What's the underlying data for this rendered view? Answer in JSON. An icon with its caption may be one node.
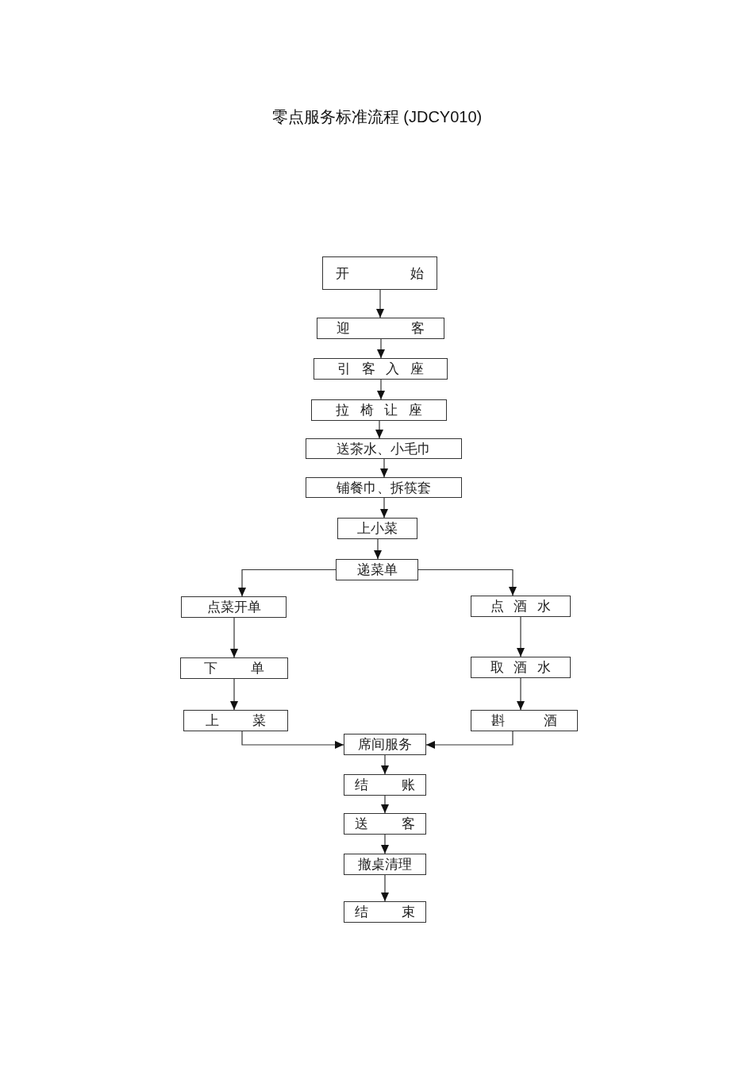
{
  "diagram": {
    "title": "零点服务标准流程 (JDCY010)",
    "nodes": [
      {
        "text": [
          "开 始"
        ]
      },
      {
        "text": [
          "迎 客"
        ]
      },
      {
        "text": [
          "引 客 入 座"
        ]
      },
      {
        "text": [
          "拉 椅 让 座"
        ]
      },
      {
        "text": [
          "送茶水、小毛巾"
        ]
      },
      {
        "text": [
          "铺餐巾、拆筷套"
        ]
      },
      {
        "text": [
          "上小菜"
        ]
      },
      {
        "text": [
          "递菜单"
        ]
      },
      {
        "text": [
          "点菜开单"
        ]
      },
      {
        "text": [
          "点 酒 水"
        ]
      },
      {
        "text": [
          "下 单"
        ]
      },
      {
        "text": [
          "取 酒 水"
        ]
      },
      {
        "text": [
          "上 菜"
        ]
      },
      {
        "text": [
          "斟 酒"
        ]
      },
      {
        "text": [
          "席间服务"
        ]
      },
      {
        "text": [
          "结 账"
        ]
      },
      {
        "text": [
          "送 客"
        ]
      },
      {
        "text": [
          "撤桌清理"
        ]
      },
      {
        "text": [
          "结 束"
        ]
      }
    ],
    "edges": [
      {
        "from": 0,
        "to": 1,
        "arrow": "to"
      },
      {
        "from": 1,
        "to": 2,
        "arrow": "to"
      },
      {
        "from": 2,
        "to": 3,
        "arrow": "to"
      },
      {
        "from": 3,
        "to": 4,
        "arrow": "to"
      },
      {
        "from": 4,
        "to": 5,
        "arrow": "to"
      },
      {
        "from": 5,
        "to": 6,
        "arrow": "to"
      },
      {
        "from": 6,
        "to": 7,
        "arrow": "to"
      },
      {
        "from": 7,
        "to": 8,
        "arrow": "to"
      },
      {
        "from": 7,
        "to": 9,
        "arrow": "to"
      },
      {
        "from": 8,
        "to": 10,
        "arrow": "to"
      },
      {
        "from": 10,
        "to": 12,
        "arrow": "to"
      },
      {
        "from": 9,
        "to": 11,
        "arrow": "to"
      },
      {
        "from": 11,
        "to": 13,
        "arrow": "to"
      },
      {
        "from": 12,
        "to": 14,
        "arrow": "to"
      },
      {
        "from": 13,
        "to": 14,
        "arrow": "to"
      },
      {
        "from": 14,
        "to": 15,
        "arrow": "to"
      },
      {
        "from": 15,
        "to": 16,
        "arrow": "to"
      },
      {
        "from": 16,
        "to": 17,
        "arrow": "to"
      },
      {
        "from": 17,
        "to": 18,
        "arrow": "to"
      }
    ]
  }
}
